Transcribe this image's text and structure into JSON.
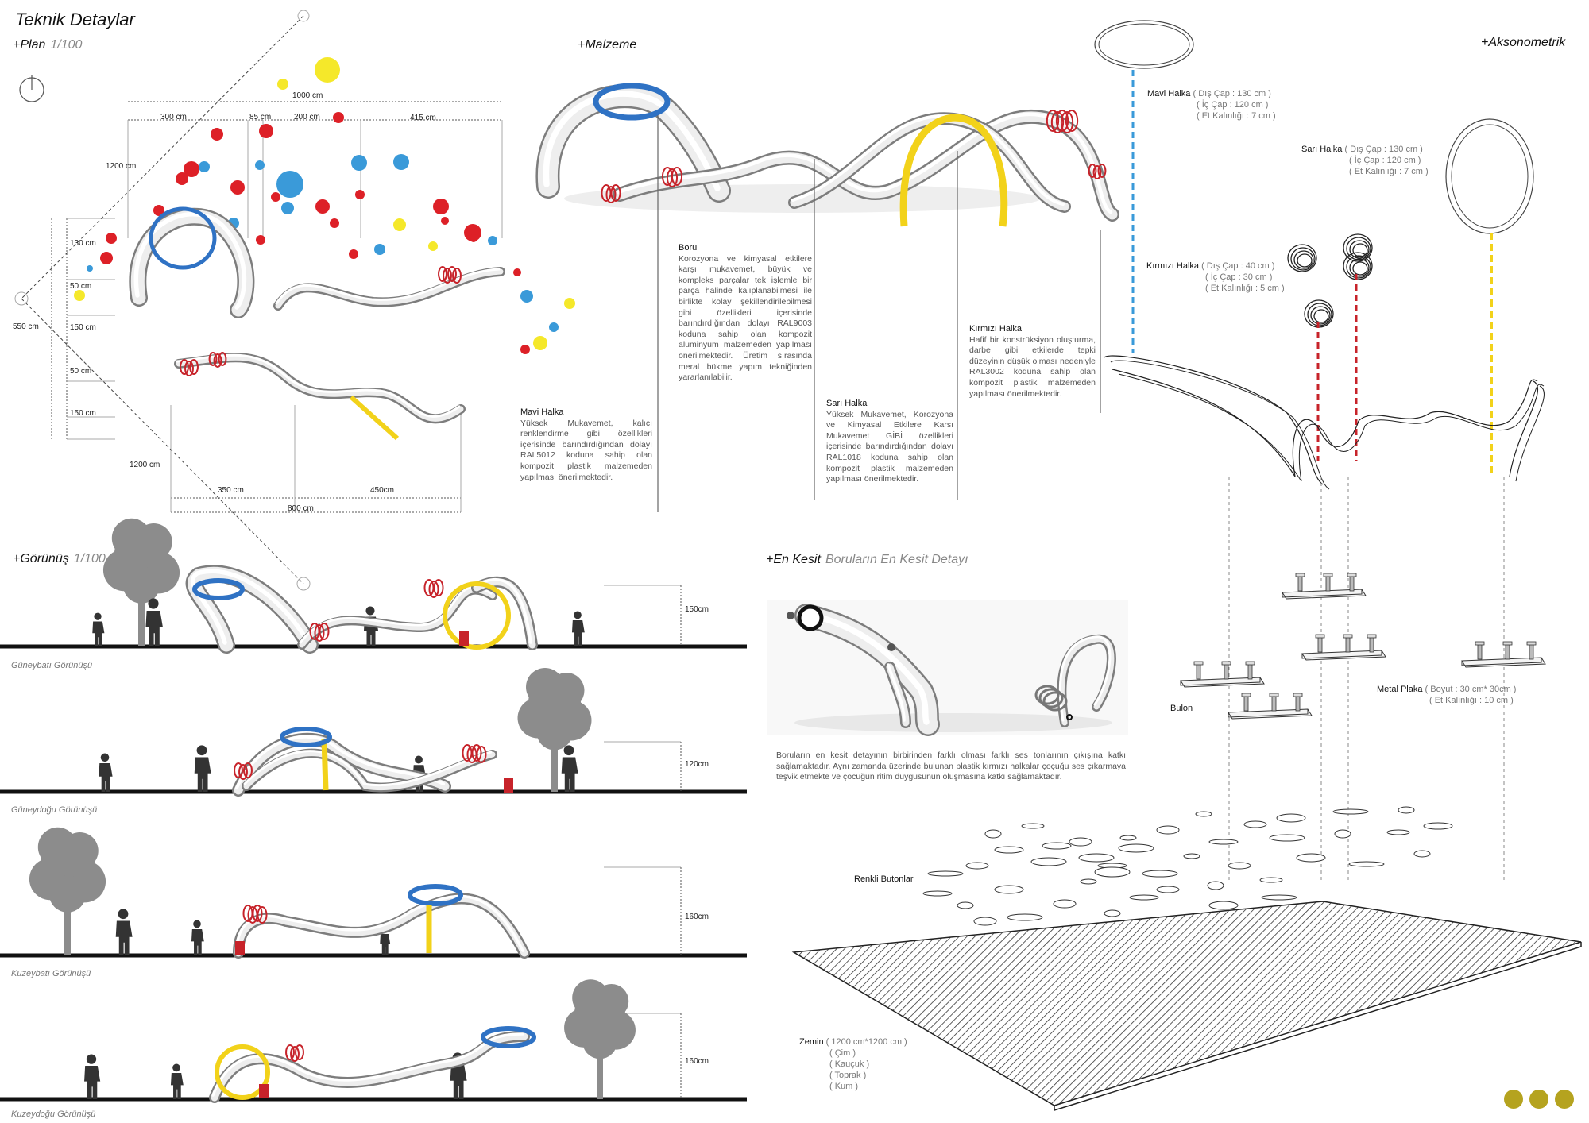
{
  "title": "Teknik Detaylar",
  "sections": {
    "plan": {
      "label": "+Plan",
      "scale": "1/100"
    },
    "malzeme": {
      "label": "+Malzeme"
    },
    "aksonometrik": {
      "label": "+Aksonometrik"
    },
    "gorunus": {
      "label": "+Görünüş",
      "scale": "1/100"
    },
    "en_kesit": {
      "label": "+En Kesit",
      "subtitle": "Boruların En Kesit Detayı"
    }
  },
  "plan_dims": {
    "total_width": "1000 cm",
    "w1": "300 cm",
    "w2": "85 cm",
    "w3": "200 cm",
    "w4": "415 cm",
    "depth_top": "1200 cm",
    "v1": "130 cm",
    "v2": "50 cm",
    "v3": "150 cm",
    "v4": "50 cm",
    "v5": "150 cm",
    "total_depth": "550 cm",
    "depth_bottom": "1200 cm",
    "b1": "350 cm",
    "b2": "450cm",
    "b_total": "800 cm"
  },
  "materials": [
    {
      "title": "Mavi Halka",
      "text": "Yüksek Mukavemet, kalıcı renklendirme gibi özellikleri içerisinde barındırdığından dolayı RAL5012 koduna sahip olan kompozit plastik malzemeden yapılması önerilmektedir."
    },
    {
      "title": "Boru",
      "text": "Korozyona ve kimyasal etkilere karşı mukavemet, büyük ve kompleks parçalar tek işlemle bir parça halinde kalıplanabilmesi ile birlikte kolay şekillendirilebilmesi gibi özellikleri içerisinde barındırdığından dolayı RAL9003 koduna sahip olan kompozit alüminyum malzemeden yapılması önerilmektedir. Üretim sırasında meral bükme yapım tekniğinden yararlanılabilir."
    },
    {
      "title": "Sarı Halka",
      "text": "Yüksek Mukavemet, Korozyona ve Kimyasal Etkilere Karsı Mukavemet GİBİ özellikleri içerisinde barındırdığından dolayı RAL1018 koduna sahip olan kompozit plastik malzemeden yapılması önerilmektedir."
    },
    {
      "title": "Kırmızı Halka",
      "text": "Hafif bir konstrüksiyon oluşturma, darbe gibi etkilerde tepki düzeyinin düşük olması nedeniyle RAL3002 koduna sahip olan kompozit plastik malzemeden yapılması önerilmektedir."
    }
  ],
  "elevations": [
    {
      "caption": "Güneybatı Görünüşü",
      "height": "150cm"
    },
    {
      "caption": "Güneydoğu Görünüşü",
      "height": "120cm"
    },
    {
      "caption": "Kuzeybatı Görünüşü",
      "height": "160cm"
    },
    {
      "caption": "Kuzeydoğu Görünüşü",
      "height": "160cm"
    }
  ],
  "en_kesit_text": "Boruların en kesit detayının birbirinden farklı olması farklı ses tonlarının çıkışına katkı sağlamaktadır. Aynı zamanda üzerinde bulunan plastik kırmızı halkalar çoçuğu ses çıkarmaya teşvik etmekte ve çocuğun ritim duygusunun oluşmasına katkı sağlamaktadır.",
  "axo": {
    "mavi": {
      "name": "Mavi Halka",
      "l1": "( Dış Çap : 130 cm )",
      "l2": "( İç Çap : 120 cm )",
      "l3": "( Et Kalınlığı : 7 cm )"
    },
    "sari": {
      "name": "Sarı Halka",
      "l1": "( Dış Çap : 130 cm )",
      "l2": "( İç Çap : 120 cm )",
      "l3": "( Et Kalınlığı : 7 cm )"
    },
    "kirmizi": {
      "name": "Kırmızı Halka",
      "l1": "( Dış Çap : 40 cm )",
      "l2": "( İç Çap : 30 cm )",
      "l3": "( Et Kalınlığı : 5 cm )"
    },
    "metal": {
      "name": "Metal Plaka",
      "l1": "( Boyut : 30 cm* 30cm )",
      "l2": "( Et Kalınlığı : 10 cm )"
    },
    "bulon": {
      "name": "Bulon"
    },
    "butonlar": {
      "name": "Renkli Butonlar"
    },
    "zemin": {
      "name": "Zemin",
      "l1": "( 1200 cm*1200 cm )",
      "l2": "( Çim )",
      "l3": "( Kauçuk )",
      "l4": "( Toprak )",
      "l5": "( Kum )"
    }
  },
  "colors": {
    "blue": "#2f72c4",
    "yellow": "#f2d21a",
    "red": "#c7232a",
    "dot_blue": "#3a9ad9",
    "dot_yellow": "#f5e82a",
    "dot_red": "#dd2027",
    "olive": "#b5a31f",
    "tube": "#9a9a9a"
  }
}
